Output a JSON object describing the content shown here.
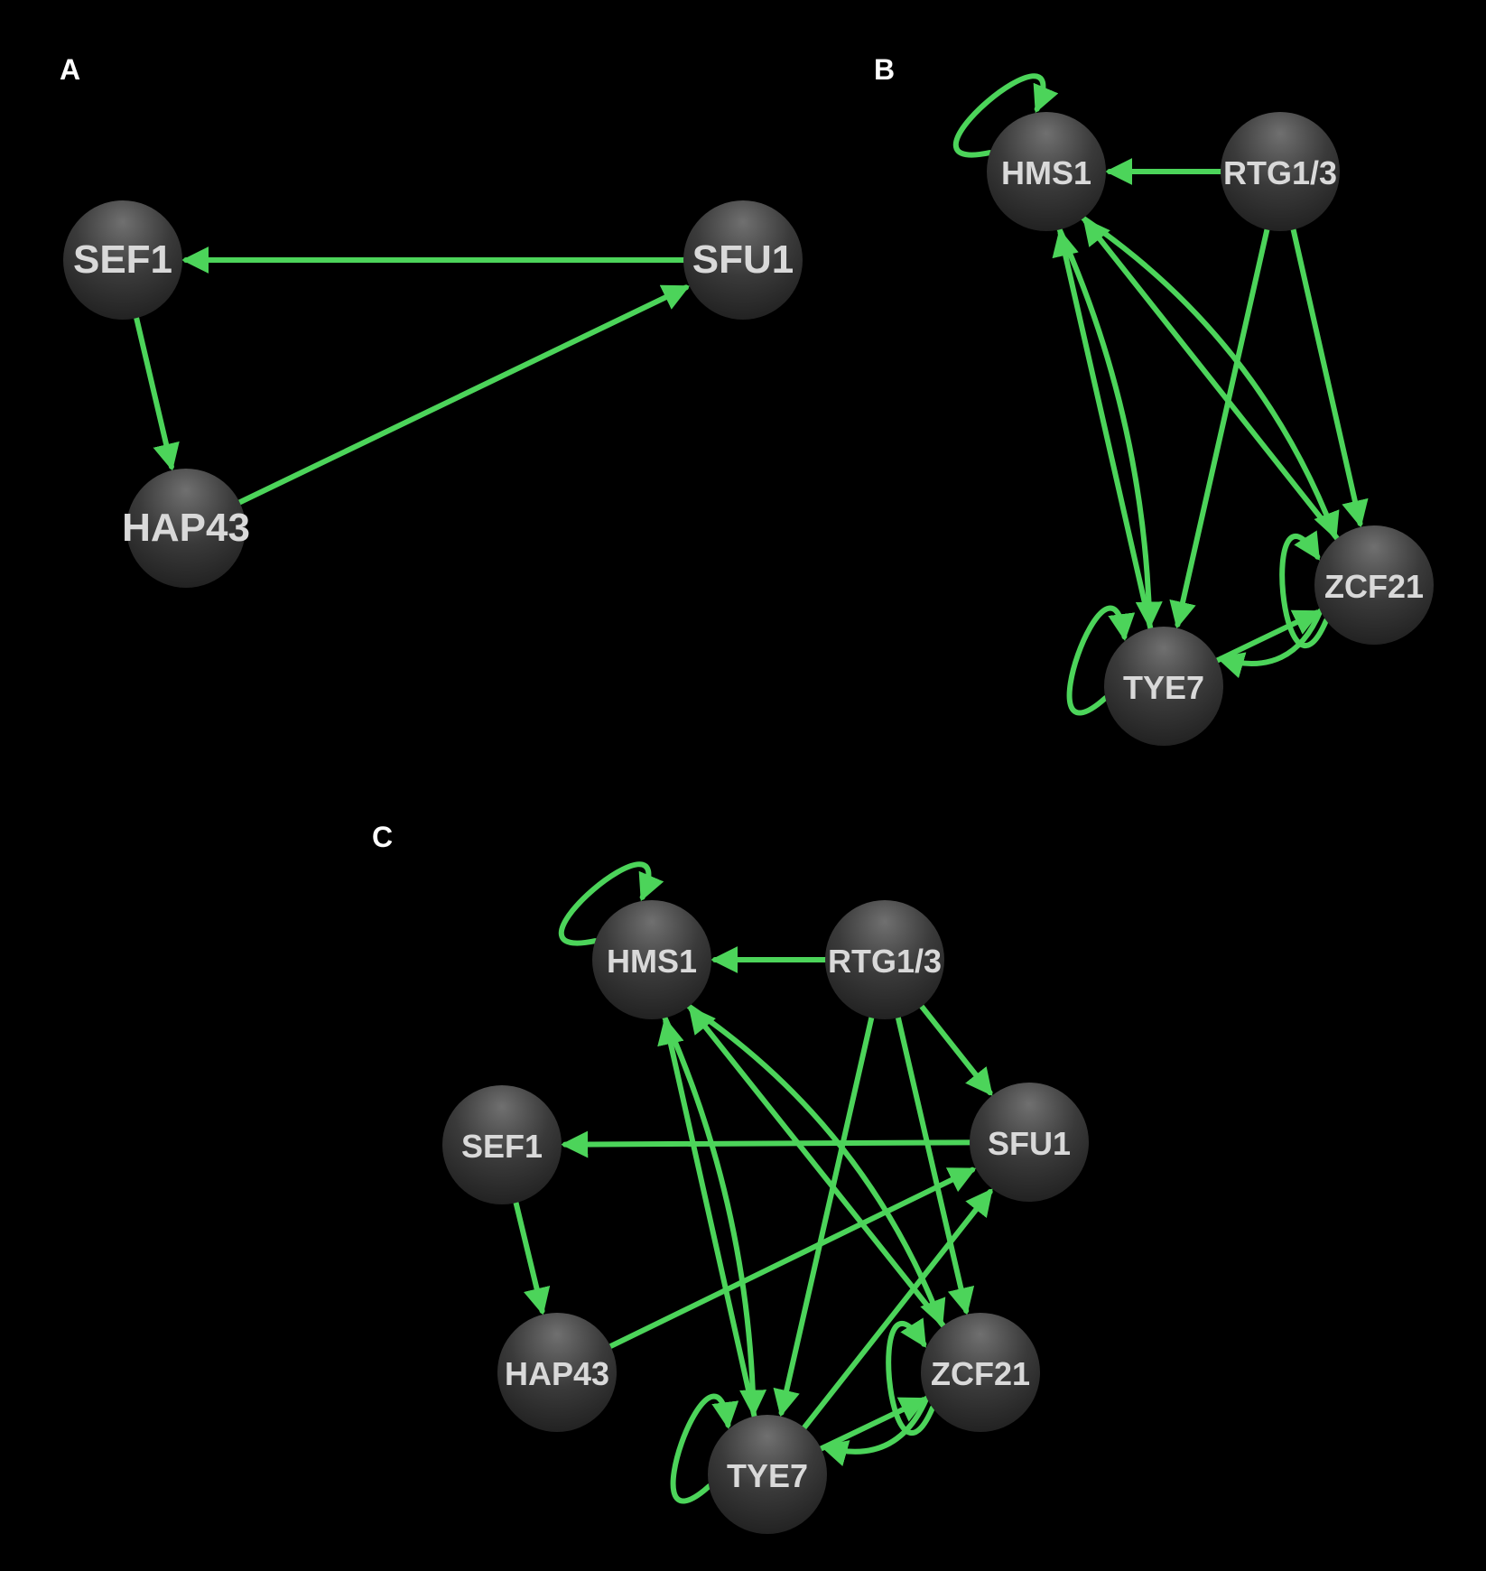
{
  "style": {
    "background": "#000000",
    "edge_color": "#4cd45a",
    "node_color": "#3a3a3a",
    "node_highlight": "#6e6e6e",
    "label_color": "#d9d9d9",
    "panel_letter_color": "#ffffff"
  },
  "panels": [
    {
      "letter": "A",
      "nodes": [
        {
          "id": "SEF1",
          "label": "SEF1"
        },
        {
          "id": "SFU1",
          "label": "SFU1"
        },
        {
          "id": "HAP43",
          "label": "HAP43"
        }
      ],
      "edges": [
        {
          "from": "SFU1",
          "to": "SEF1"
        },
        {
          "from": "SEF1",
          "to": "HAP43"
        },
        {
          "from": "HAP43",
          "to": "SFU1"
        }
      ]
    },
    {
      "letter": "B",
      "nodes": [
        {
          "id": "HMS1",
          "label": "HMS1"
        },
        {
          "id": "RTG1/3",
          "label": "RTG1/3"
        },
        {
          "id": "ZCF21",
          "label": "ZCF21"
        },
        {
          "id": "TYE7",
          "label": "TYE7"
        }
      ],
      "edges": [
        {
          "from": "HMS1",
          "to": "HMS1"
        },
        {
          "from": "RTG1/3",
          "to": "HMS1"
        },
        {
          "from": "RTG1/3",
          "to": "TYE7"
        },
        {
          "from": "RTG1/3",
          "to": "ZCF21"
        },
        {
          "from": "HMS1",
          "to": "ZCF21"
        },
        {
          "from": "HMS1",
          "to": "TYE7"
        },
        {
          "from": "TYE7",
          "to": "HMS1"
        },
        {
          "from": "ZCF21",
          "to": "HMS1"
        },
        {
          "from": "TYE7",
          "to": "TYE7"
        },
        {
          "from": "ZCF21",
          "to": "ZCF21"
        },
        {
          "from": "TYE7",
          "to": "ZCF21"
        },
        {
          "from": "ZCF21",
          "to": "TYE7"
        }
      ]
    },
    {
      "letter": "C",
      "nodes": [
        {
          "id": "HMS1",
          "label": "HMS1"
        },
        {
          "id": "RTG1/3",
          "label": "RTG1/3"
        },
        {
          "id": "SEF1",
          "label": "SEF1"
        },
        {
          "id": "SFU1",
          "label": "SFU1"
        },
        {
          "id": "HAP43",
          "label": "HAP43"
        },
        {
          "id": "ZCF21",
          "label": "ZCF21"
        },
        {
          "id": "TYE7",
          "label": "TYE7"
        }
      ],
      "edges": [
        {
          "from": "HMS1",
          "to": "HMS1"
        },
        {
          "from": "RTG1/3",
          "to": "HMS1"
        },
        {
          "from": "RTG1/3",
          "to": "SFU1"
        },
        {
          "from": "RTG1/3",
          "to": "TYE7"
        },
        {
          "from": "RTG1/3",
          "to": "ZCF21"
        },
        {
          "from": "HMS1",
          "to": "ZCF21"
        },
        {
          "from": "HMS1",
          "to": "TYE7"
        },
        {
          "from": "TYE7",
          "to": "HMS1"
        },
        {
          "from": "ZCF21",
          "to": "HMS1"
        },
        {
          "from": "SFU1",
          "to": "SEF1"
        },
        {
          "from": "SEF1",
          "to": "HAP43"
        },
        {
          "from": "HAP43",
          "to": "SFU1"
        },
        {
          "from": "TYE7",
          "to": "SFU1"
        },
        {
          "from": "TYE7",
          "to": "TYE7"
        },
        {
          "from": "ZCF21",
          "to": "ZCF21"
        },
        {
          "from": "TYE7",
          "to": "ZCF21"
        },
        {
          "from": "ZCF21",
          "to": "TYE7"
        }
      ]
    }
  ]
}
